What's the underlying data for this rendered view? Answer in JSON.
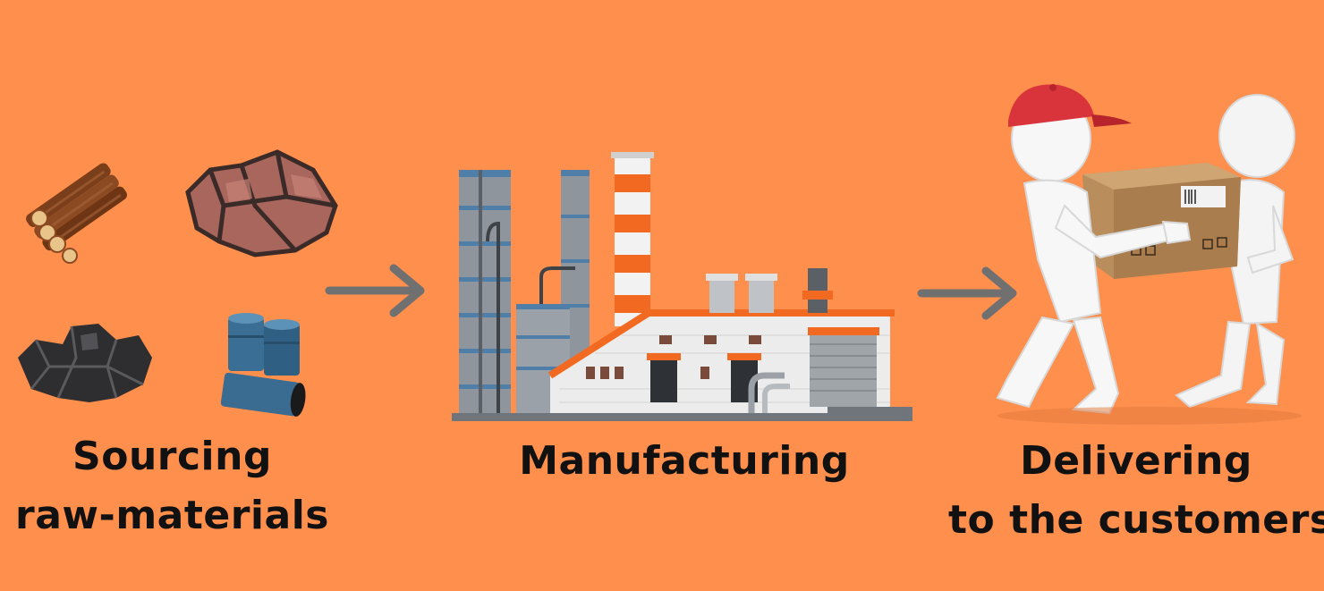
{
  "background_color": "#FF8F4C",
  "stages": [
    {
      "lines": [
        "Sourcing",
        "raw-materials"
      ],
      "icons": [
        "wood-logs-icon",
        "ore-rock-icon",
        "coal-icon",
        "oil-barrels-icon"
      ]
    },
    {
      "lines": [
        "Manufacturing"
      ],
      "icons": [
        "factory-icon"
      ]
    },
    {
      "lines": [
        "Delivering",
        "to the customers"
      ],
      "icons": [
        "delivery-people-icon",
        "cardboard-box-icon"
      ]
    }
  ],
  "colors": {
    "arrow": "#707070",
    "factory_accent": "#F26A21",
    "factory_gray": "#8E959C",
    "cap_red": "#D9343B"
  }
}
